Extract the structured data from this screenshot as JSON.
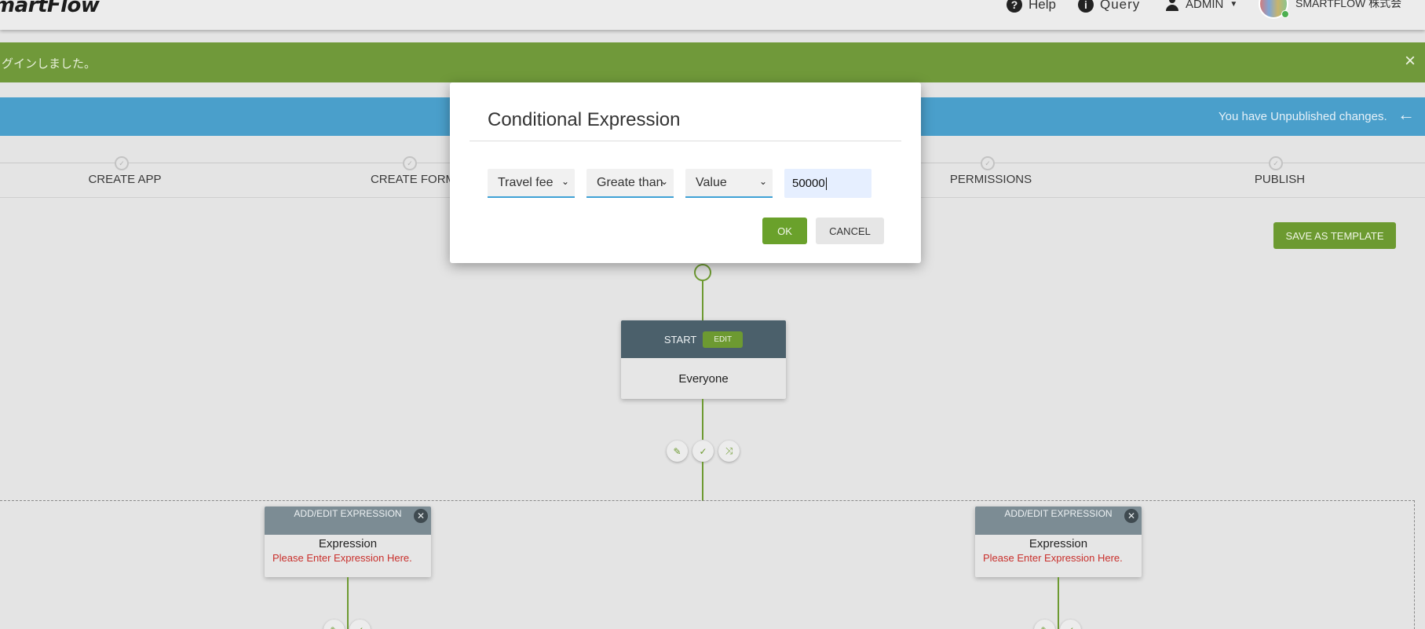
{
  "header": {
    "logo": "martFlow",
    "help_label": "Help",
    "query_label": "Query",
    "admin_label": "ADMIN",
    "org_name": "SMARTFLOW 株式会"
  },
  "notification": {
    "text": "グインしました。",
    "close": "×"
  },
  "bluebar": {
    "unpublished_text": "You have Unpublished changes.",
    "back_icon": "←"
  },
  "steps": [
    {
      "label": "CREATE APP"
    },
    {
      "label": "CREATE FORM"
    },
    {
      "label": "PERMISSIONS"
    },
    {
      "label": "PUBLISH"
    }
  ],
  "toolbar": {
    "save_template_label": "SAVE AS TEMPLATE"
  },
  "workflow": {
    "start_title": "START",
    "start_edit": "EDIT",
    "start_body": "Everyone",
    "expressions": [
      {
        "header": "ADD/EDIT EXPRESSION",
        "title": "Expression",
        "message": "Please Enter Expression Here."
      },
      {
        "header": "ADD/EDIT EXPRESSION",
        "title": "Expression",
        "message": "Please Enter Expression Here."
      }
    ]
  },
  "modal": {
    "title": "Conditional Expression",
    "field_select": "Travel fee",
    "operator_select": "Greate than",
    "type_select": "Value",
    "value_input": "50000",
    "ok_label": "OK",
    "cancel_label": "CANCEL"
  },
  "colors": {
    "accent_green": "#6d9a31",
    "notify_green": "#70993a",
    "blue_bar": "#4a9fcb",
    "error_red": "#c9302c"
  }
}
